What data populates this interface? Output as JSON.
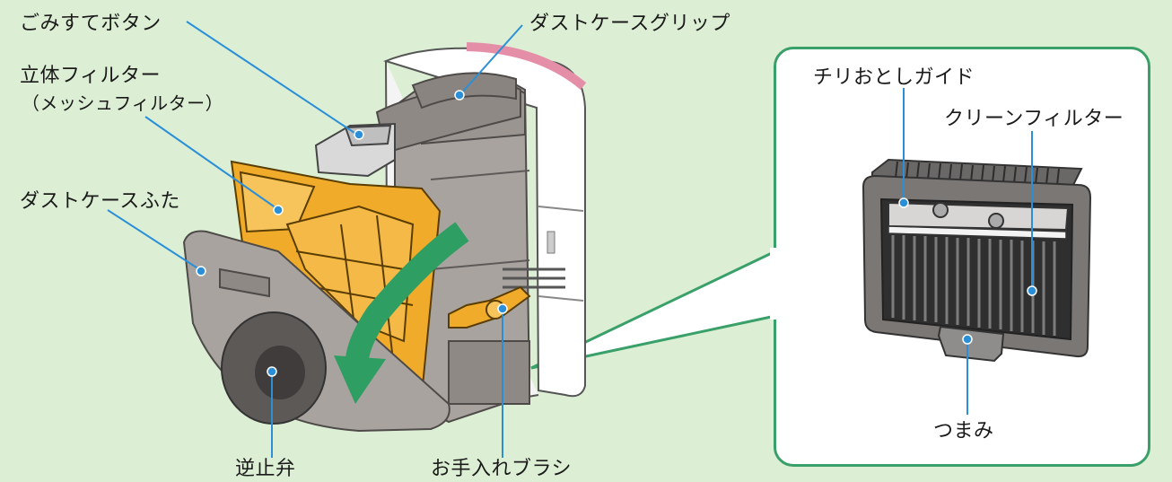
{
  "labels": {
    "gomi_button": "ごみすてボタン",
    "dust_case_grip": "ダストケースグリップ",
    "rittai_filter": "立体フィルター",
    "mesh_filter": "（メッシュフィルター）",
    "dust_case_lid": "ダストケースふた",
    "check_valve": "逆止弁",
    "care_brush": "お手入れブラシ",
    "chiri_guide": "チリおとしガイド",
    "clean_filter": "クリーンフィルター",
    "knob": "つまみ"
  },
  "colors": {
    "background": "#dcefd4",
    "leader_line": "#2b8fd8",
    "inset_border": "#3aa06a",
    "arrow": "#2f9e62",
    "filter_orange": "#f0ab2a",
    "case_gray": "#a9a3a0",
    "case_dark": "#6d6a68",
    "handle_pink": "#e48fa7"
  }
}
